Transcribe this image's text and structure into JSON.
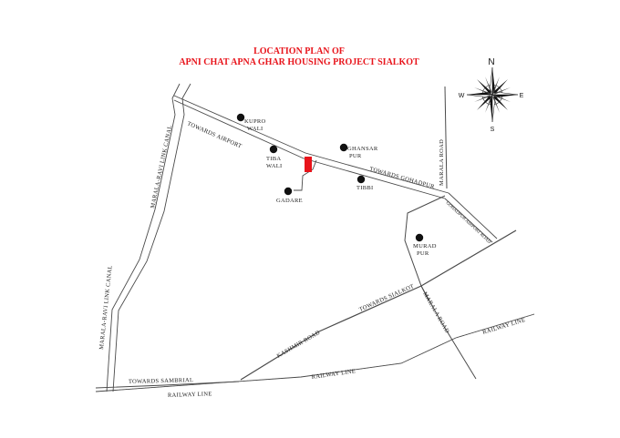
{
  "title": {
    "line1": "LOCATION PLAN OF",
    "line2": "APNI CHAT APNA GHAR HOUSING PROJECT SIALKOT"
  },
  "colors": {
    "title": "#e8141b",
    "site": "#e8141b",
    "road": "#4a4a4a",
    "marker": "#111111"
  },
  "compass": {
    "n": "N",
    "s": "S",
    "e": "E",
    "w": "W"
  },
  "places": {
    "kupro_wali": [
      "KUPRO",
      "WALI"
    ],
    "tiba_wali": [
      "TIBA",
      "WALI"
    ],
    "ghansar_pur": [
      "GHANSAR",
      "PUR"
    ],
    "gadare": "GADARE",
    "tibbi": "TIBBI",
    "murad_pur": [
      "MURAD",
      "PUR"
    ]
  },
  "roads": {
    "towards_airport": "TOWARDS AIRPORT",
    "towards_gohadpur": "TOWARDS GOHADPUR",
    "marala_road_upper": "MARALA ROAD",
    "gohadpur_airport_road": "GOHADPUR AIRPORT ROAD",
    "towards_sialkot": "TOWARDS SIALKOT",
    "kashmir_road": "KASHMIR ROAD",
    "marala_road_lower": "MARALA ROAD",
    "railway_line_right": "RAILWAY LINE",
    "railway_line_mid": "RAILWAY LINE",
    "railway_line_left": "RAILWAY LINE",
    "towards_sambrial": "TOWARDS SAMBRIAL",
    "canal_upper": "MARALA-RAVI LINK CANAL",
    "canal_lower": "MARALA-RAVI LINK CANAL"
  }
}
